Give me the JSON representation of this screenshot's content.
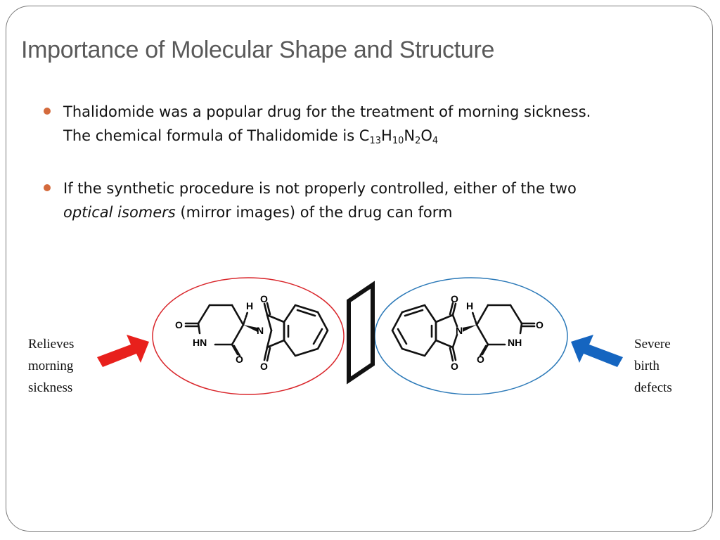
{
  "title": "Importance of Molecular Shape and Structure",
  "bullets": [
    {
      "line1": "Thalidomide was a popular drug for the treatment of morning sickness.",
      "line2_prefix": "The chemical formula of Thalidomide is C",
      "formula": {
        "C_sub": "13",
        "H": "H",
        "H_sub": "10",
        "N": "N",
        "N_sub": "2",
        "O": "O",
        "O_sub": "4"
      }
    },
    {
      "line1": "If the synthetic procedure is not properly controlled, either of the two",
      "italic": "optical isomers",
      "line2_rest": " (mirror images) of the drug can form"
    }
  ],
  "left_label": [
    "Relieves",
    "morning",
    "sickness"
  ],
  "right_label": [
    "Severe",
    "birth",
    "defects"
  ],
  "atom_labels": {
    "oxygen": "O",
    "nitrogen": "N",
    "hydrogen": "H",
    "amide": "HN",
    "amide_right": "NH"
  },
  "colors": {
    "left_arrow": "#e8201c",
    "right_arrow": "#1565c0",
    "left_ellipse": "#d9262b",
    "right_ellipse": "#2b79b8",
    "bullet": "#d46a3c"
  }
}
